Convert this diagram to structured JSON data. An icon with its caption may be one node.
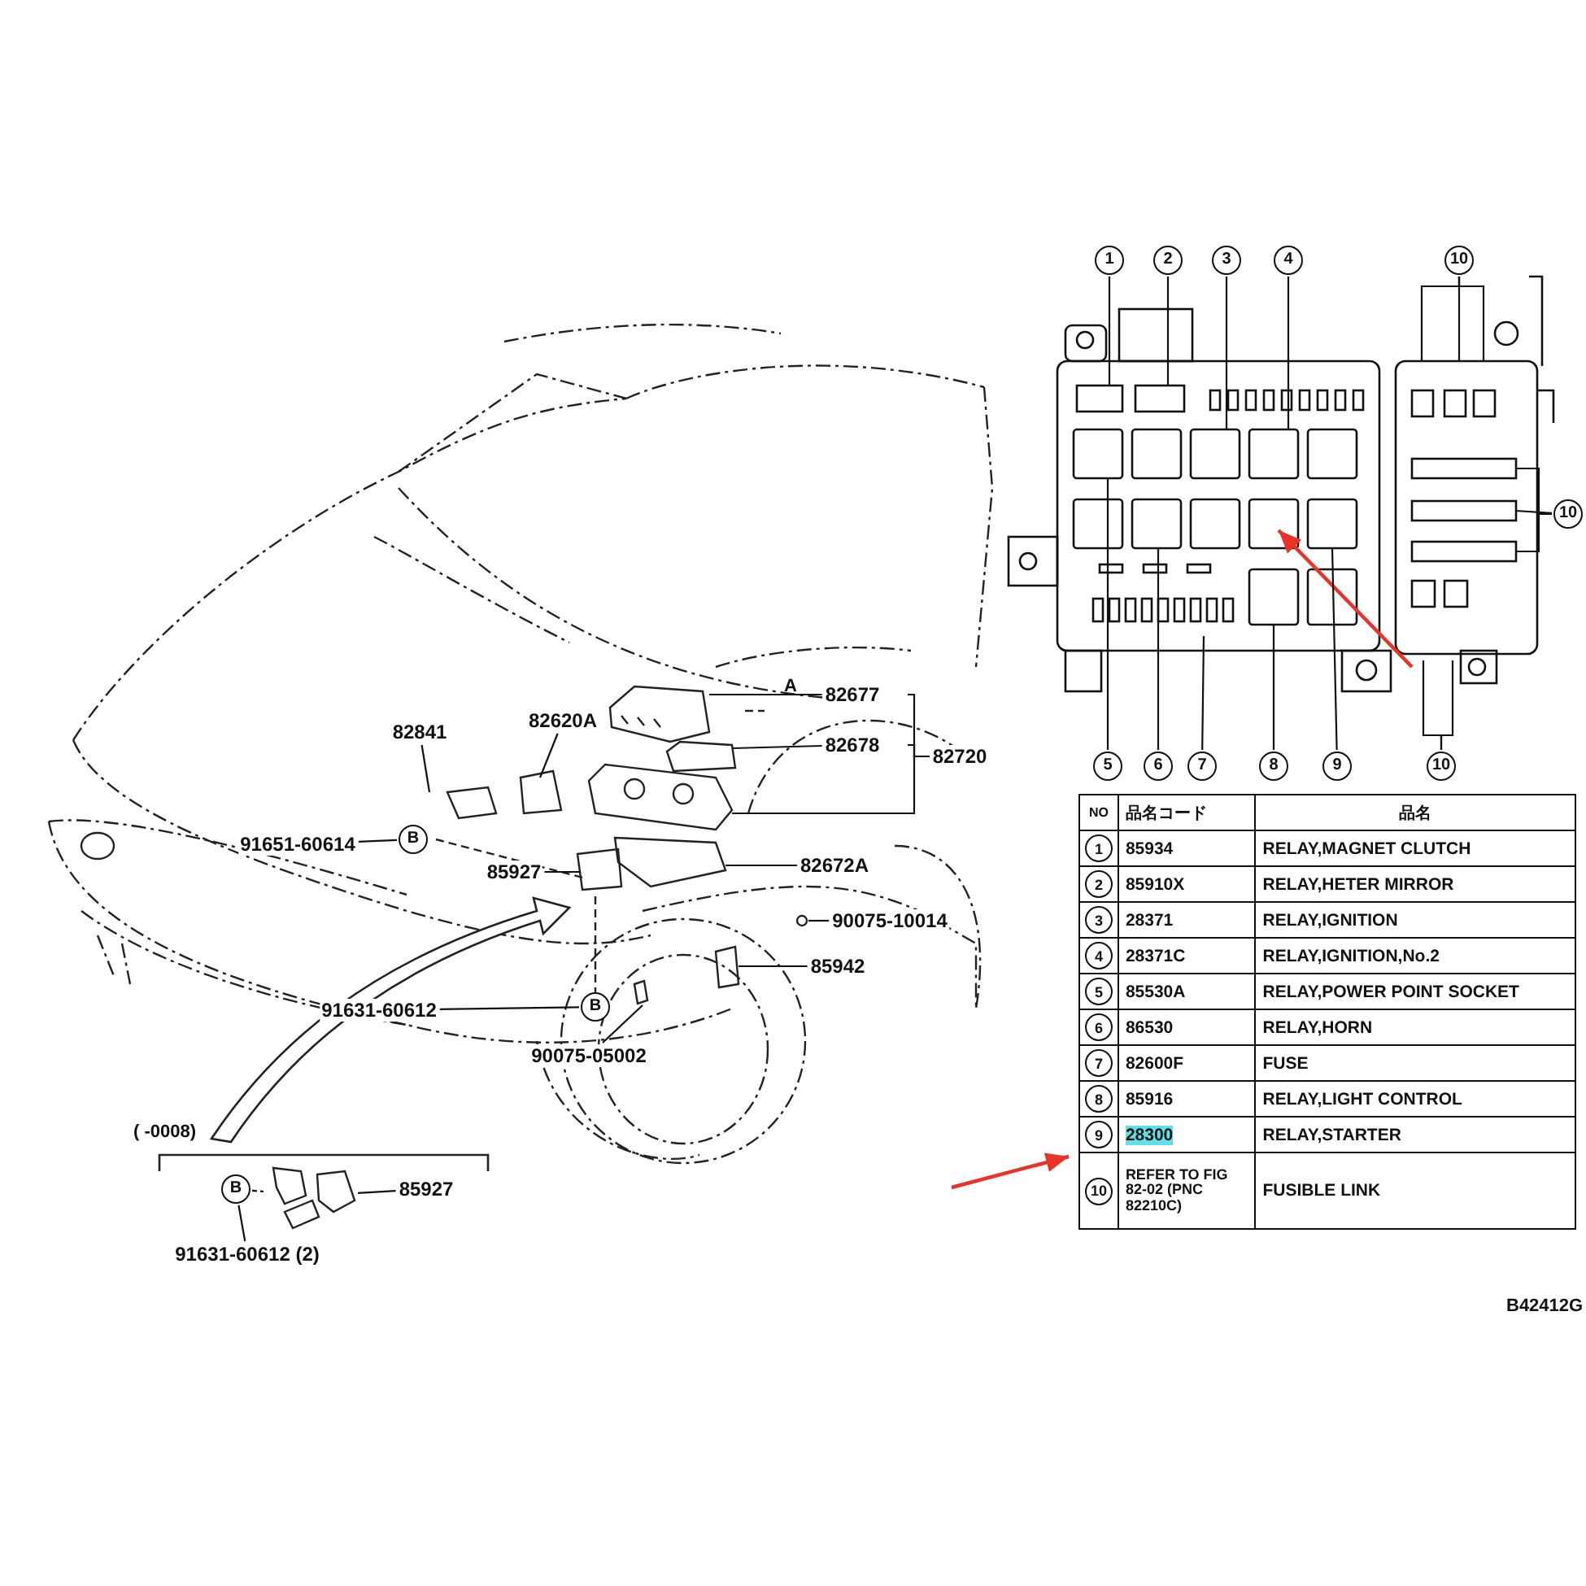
{
  "diagram": {
    "nodes": [
      {
        "text": [
          "1"
        ]
      },
      {
        "text": [
          "2"
        ]
      },
      {
        "text": [
          "3"
        ]
      },
      {
        "text": [
          "4"
        ]
      },
      {
        "text": [
          "10"
        ]
      },
      {
        "text": [
          "10"
        ]
      },
      {
        "text": [
          "5"
        ]
      },
      {
        "text": [
          "6"
        ]
      },
      {
        "text": [
          "7"
        ]
      },
      {
        "text": [
          "8"
        ]
      },
      {
        "text": [
          "9"
        ]
      },
      {
        "text": [
          "10"
        ]
      },
      {
        "text": [
          "82677"
        ]
      },
      {
        "text": [
          "82841"
        ]
      },
      {
        "text": [
          "82620A"
        ]
      },
      {
        "text": [
          "82678"
        ]
      },
      {
        "text": [
          "82720"
        ]
      },
      {
        "text": [
          "91651-60614"
        ]
      },
      {
        "text": [
          "85927"
        ]
      },
      {
        "text": [
          "82672A"
        ]
      },
      {
        "text": [
          "90075-10014"
        ]
      },
      {
        "text": [
          "85942"
        ]
      },
      {
        "text": [
          "91631-60612"
        ]
      },
      {
        "text": [
          "90075-05002"
        ]
      },
      {
        "text": [
          "85927"
        ]
      },
      {
        "text": [
          "91631-60612 (2)"
        ]
      },
      {
        "text": [
          "B"
        ]
      },
      {
        "text": [
          "B"
        ]
      },
      {
        "text": [
          "B"
        ]
      },
      {
        "text": [],
        "shape": "picture"
      }
    ],
    "edges": [
      {
        "from": 0,
        "to": null,
        "arrow": "none"
      },
      {
        "from": 1,
        "to": null,
        "arrow": "none"
      },
      {
        "from": 2,
        "to": null,
        "arrow": "none"
      },
      {
        "from": 3,
        "to": null,
        "arrow": "none"
      },
      {
        "from": 4,
        "to": null,
        "arrow": "none"
      },
      {
        "from": 4,
        "to": null,
        "arrow": "none"
      },
      {
        "from": 4,
        "to": null,
        "arrow": "none"
      },
      {
        "from": 5,
        "to": null,
        "arrow": "none"
      },
      {
        "from": 5,
        "to": null,
        "arrow": "none"
      },
      {
        "from": 5,
        "to": null,
        "arrow": "none"
      },
      {
        "from": 6,
        "to": null,
        "arrow": "none"
      },
      {
        "from": 7,
        "to": null,
        "arrow": "none"
      },
      {
        "from": 8,
        "to": null,
        "arrow": "none"
      },
      {
        "from": 9,
        "to": null,
        "arrow": "none"
      },
      {
        "from": 10,
        "to": null,
        "arrow": "none"
      },
      {
        "from": 11,
        "to": null,
        "arrow": "none"
      },
      {
        "from": 11,
        "to": null,
        "arrow": "none"
      },
      {
        "from": 12,
        "to": null,
        "arrow": "none"
      },
      {
        "from": 13,
        "to": null,
        "arrow": "none"
      },
      {
        "from": 14,
        "to": null,
        "arrow": "none"
      },
      {
        "from": 15,
        "to": null,
        "arrow": "none"
      },
      {
        "from": 16,
        "to": null,
        "arrow": "none"
      },
      {
        "from": 16,
        "to": null,
        "arrow": "none"
      },
      {
        "from": 16,
        "to": null,
        "arrow": "none"
      },
      {
        "from": 17,
        "to": 26,
        "arrow": "none"
      },
      {
        "from": 18,
        "to": null,
        "arrow": "none"
      },
      {
        "from": 19,
        "to": null,
        "arrow": "none"
      },
      {
        "from": 20,
        "to": null,
        "arrow": "none"
      },
      {
        "from": 21,
        "to": null,
        "arrow": "none"
      },
      {
        "from": 22,
        "to": 27,
        "arrow": "none"
      },
      {
        "from": 23,
        "to": null,
        "arrow": "none"
      },
      {
        "from": 24,
        "to": 29,
        "arrow": "none"
      },
      {
        "from": 25,
        "to": 28,
        "arrow": "none"
      },
      {
        "from": 28,
        "to": 29,
        "arrow": "none",
        "style": "dashed"
      }
    ],
    "labels": [
      "A",
      "NO",
      "品名コード",
      "品名",
      "1",
      "85934",
      "RELAY,MAGNET CLUTCH",
      "2",
      "85910X",
      "RELAY,HETER MIRROR",
      "3",
      "28371",
      "RELAY,IGNITION",
      "4",
      "28371C",
      "RELAY,IGNITION,No.2",
      "5",
      "85530A",
      "RELAY,POWER POINT SOCKET",
      "6",
      "86530",
      "RELAY,HORN",
      "7",
      "82600F",
      "FUSE",
      "8",
      "85916",
      "RELAY,LIGHT CONTROL",
      "9",
      "28300",
      "RELAY,STARTER",
      "10",
      "REFER TO FIG 82-02 (PNC 82210C)",
      "FUSIBLE LINK",
      "( -0008)",
      "B42412G"
    ]
  }
}
